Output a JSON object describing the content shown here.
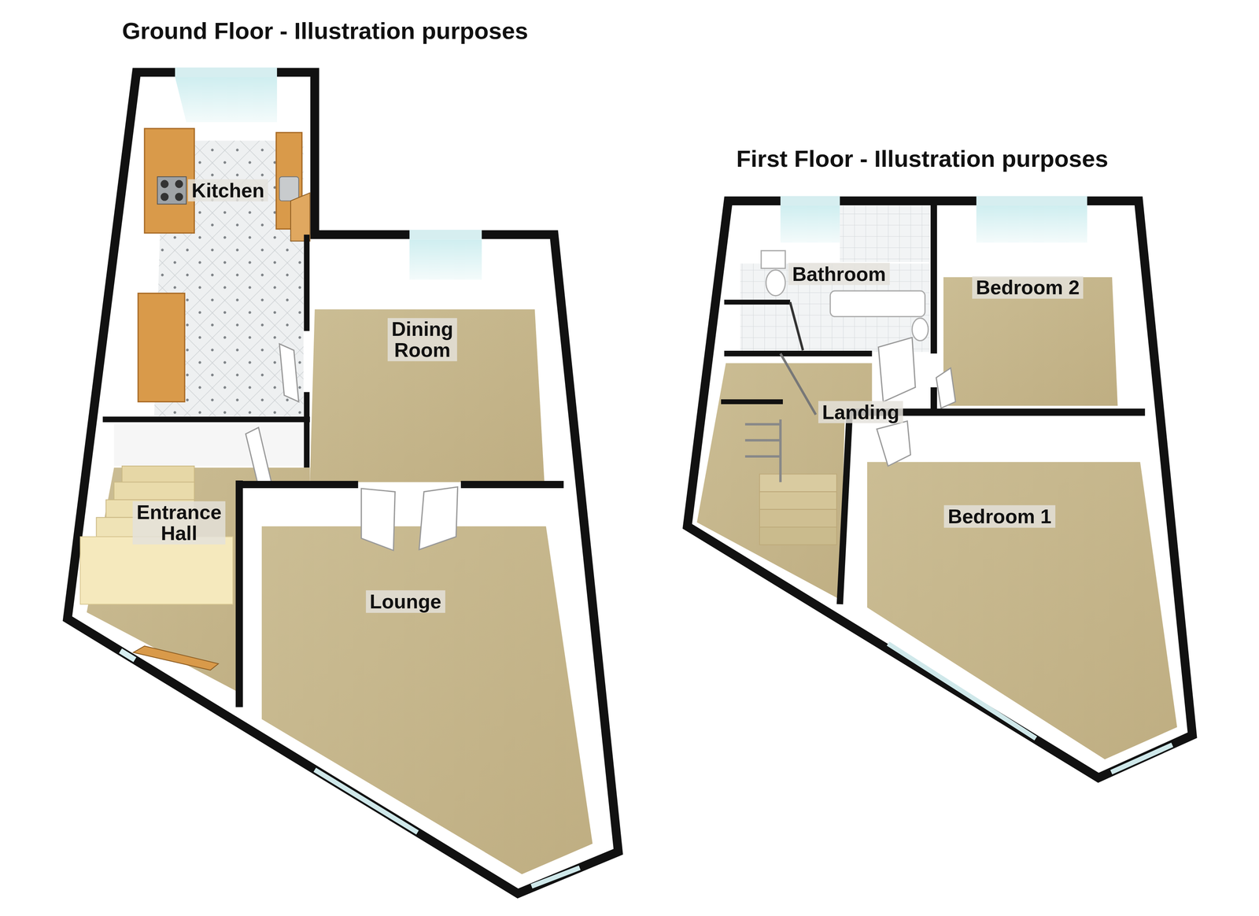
{
  "diagram": {
    "nodes": [
      {
        "text": [
          "Kitchen"
        ]
      },
      {
        "text": [
          "Dining Room"
        ]
      },
      {
        "text": [
          "Entrance Hall"
        ]
      },
      {
        "text": [
          "Lounge"
        ]
      },
      {
        "text": [
          "Bathroom"
        ]
      },
      {
        "text": [
          "Bedroom 2"
        ]
      },
      {
        "text": [
          "Landing"
        ]
      },
      {
        "text": [
          "Bedroom 1"
        ]
      }
    ],
    "labels": [
      "Ground Floor - Illustration purposes",
      "First Floor - Illustration purposes"
    ]
  }
}
